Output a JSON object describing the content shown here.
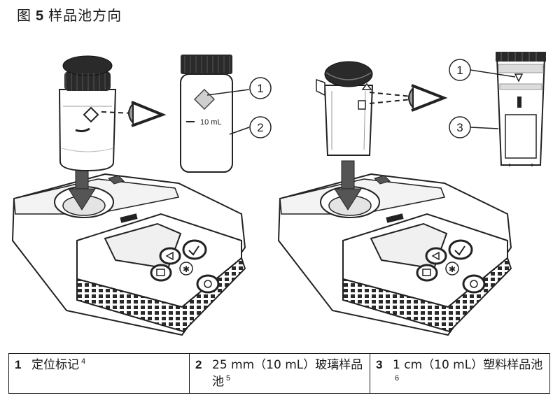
{
  "figure": {
    "label": "图",
    "number": "5",
    "caption": "样品池方向"
  },
  "callouts": {
    "c1": "1",
    "c2": "2",
    "c3": "3",
    "c1b": "1",
    "volume_mark": "10 mL"
  },
  "legend": [
    {
      "num": "1",
      "text": "定位标记",
      "note": "4"
    },
    {
      "num": "2",
      "text": "25 mm（10 mL）玻璃样品池",
      "note": "5"
    },
    {
      "num": "3",
      "text": "1 cm（10 mL）塑料样品池",
      "note": "6"
    }
  ]
}
